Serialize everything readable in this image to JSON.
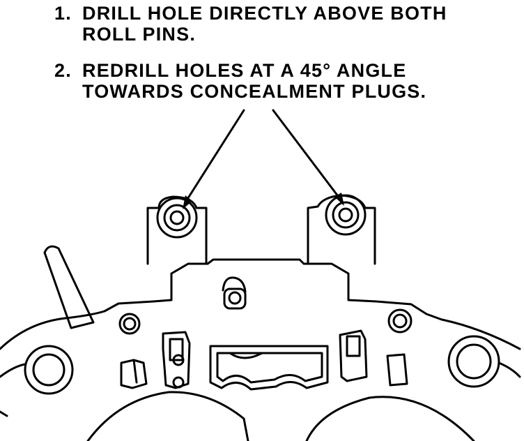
{
  "instructions": [
    {
      "number": "1.",
      "text": "DRILL HOLE DIRECTLY ABOVE BOTH\nROLL PINS."
    },
    {
      "number": "2.",
      "text": "REDRILL HOLES AT A 45° ANGLE\nTOWARDS CONCEALMENT PLUGS."
    }
  ],
  "colors": {
    "ink": "#000000",
    "paper": "#ffffff"
  }
}
